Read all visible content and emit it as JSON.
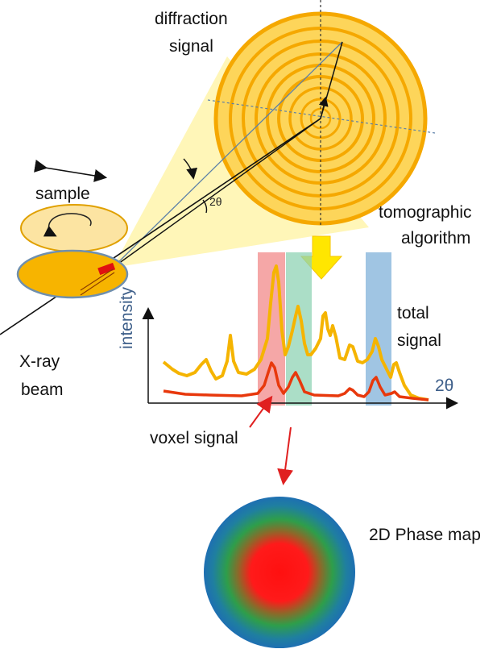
{
  "labels": {
    "diffraction_line1": "diffraction",
    "diffraction_line2": "signal",
    "sample": "sample",
    "two_theta_angle": "2θ",
    "tomographic_line1": "tomographic",
    "tomographic_line2": "algorithm",
    "intensity": "intensity",
    "total_signal_line1": "total",
    "total_signal_line2": "signal",
    "two_theta_axis": "2θ",
    "xray_line1": "X-ray",
    "xray_line2": "beam",
    "voxel_signal": "voxel signal",
    "phase_map": "2D Phase map"
  },
  "colors": {
    "ring_fill": "#fdd55a",
    "ring_stroke": "#f5a800",
    "cone_fill": "#fff6b8",
    "sample_top": "#fce4a2",
    "sample_bottom": "#f7b400",
    "sample_edge": "#6f8fae",
    "total_signal": "#f5b400",
    "voxel_signal": "#e8380c",
    "band_red": "#f28a8a",
    "band_green": "#8fd3b4",
    "band_blue": "#88b6dc",
    "arrow_yellow": "#ffe600",
    "axis_label": "#3e5f8a",
    "map_center": "#ff1a1a",
    "map_mid": "#2e9e4a",
    "map_edge": "#1e6fb2"
  }
}
